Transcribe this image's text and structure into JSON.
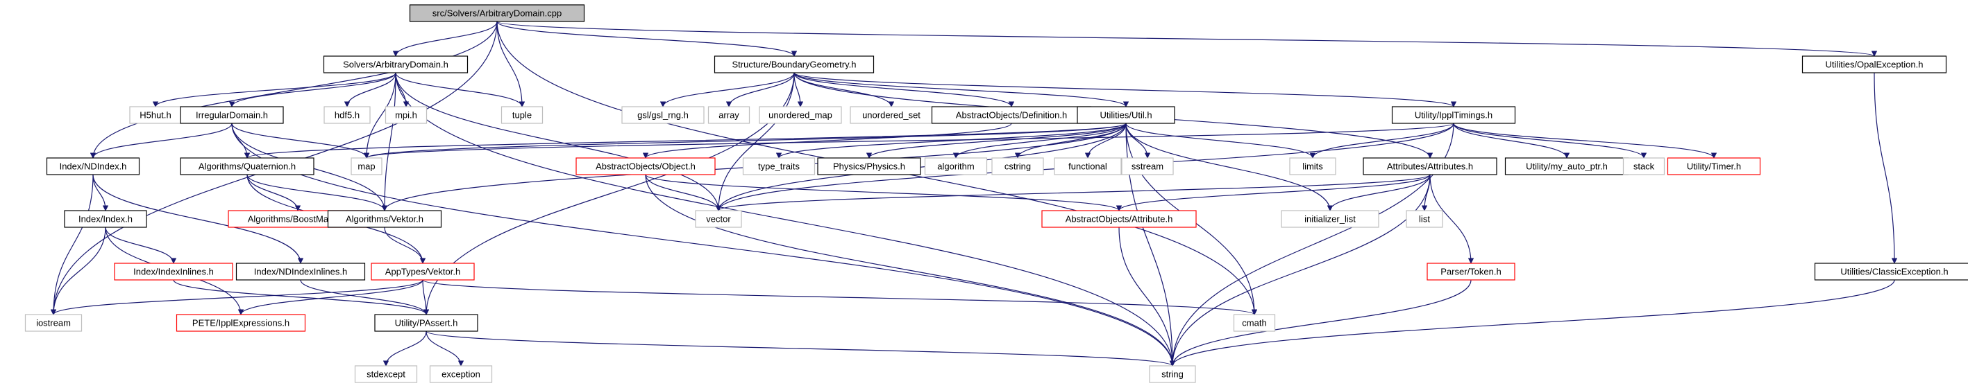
{
  "colors": {
    "edge": "#191970",
    "root_fill": "#bfbfbf",
    "normal_border": "#000000",
    "linked_border": "#ff0000",
    "external_border": "#bfbfbf",
    "background": "#ffffff"
  },
  "graph": {
    "nodes": [
      {
        "id": "root",
        "label": "src/Solvers/ArbitraryDomain.cpp",
        "kind": "root"
      },
      {
        "id": "solvers_ad",
        "label": "Solvers/ArbitraryDomain.h",
        "kind": "normal"
      },
      {
        "id": "struct_bg",
        "label": "Structure/BoundaryGeometry.h",
        "kind": "normal"
      },
      {
        "id": "opal_exc",
        "label": "Utilities/OpalException.h",
        "kind": "normal"
      },
      {
        "id": "classic_exc",
        "label": "Utilities/ClassicException.h",
        "kind": "normal"
      },
      {
        "id": "h5hut",
        "label": "H5hut.h",
        "kind": "external"
      },
      {
        "id": "irregular",
        "label": "IrregularDomain.h",
        "kind": "normal"
      },
      {
        "id": "hdf5",
        "label": "hdf5.h",
        "kind": "external"
      },
      {
        "id": "mpi",
        "label": "mpi.h",
        "kind": "external"
      },
      {
        "id": "tuple",
        "label": "tuple",
        "kind": "external"
      },
      {
        "id": "gsl_rng",
        "label": "gsl/gsl_rng.h",
        "kind": "external"
      },
      {
        "id": "array",
        "label": "array",
        "kind": "external"
      },
      {
        "id": "unordered_map",
        "label": "unordered_map",
        "kind": "external"
      },
      {
        "id": "unordered_set",
        "label": "unordered_set",
        "kind": "external"
      },
      {
        "id": "ao_def",
        "label": "AbstractObjects/Definition.h",
        "kind": "normal"
      },
      {
        "id": "util_util",
        "label": "Utilities/Util.h",
        "kind": "normal"
      },
      {
        "id": "ippl_timings",
        "label": "Utility/IpplTimings.h",
        "kind": "normal"
      },
      {
        "id": "nd_index",
        "label": "Index/NDIndex.h",
        "kind": "normal"
      },
      {
        "id": "quaternion",
        "label": "Algorithms/Quaternion.h",
        "kind": "normal"
      },
      {
        "id": "map",
        "label": "map",
        "kind": "external"
      },
      {
        "id": "ao_object",
        "label": "AbstractObjects/Object.h",
        "kind": "linked"
      },
      {
        "id": "type_traits",
        "label": "type_traits",
        "kind": "external"
      },
      {
        "id": "physics",
        "label": "Physics/Physics.h",
        "kind": "normal"
      },
      {
        "id": "algorithm",
        "label": "algorithm",
        "kind": "external"
      },
      {
        "id": "cstring",
        "label": "cstring",
        "kind": "external"
      },
      {
        "id": "functional",
        "label": "functional",
        "kind": "external"
      },
      {
        "id": "sstream",
        "label": "sstream",
        "kind": "external"
      },
      {
        "id": "limits",
        "label": "limits",
        "kind": "external"
      },
      {
        "id": "attributes",
        "label": "Attributes/Attributes.h",
        "kind": "normal"
      },
      {
        "id": "my_auto_ptr",
        "label": "Utility/my_auto_ptr.h",
        "kind": "normal"
      },
      {
        "id": "stack",
        "label": "stack",
        "kind": "external"
      },
      {
        "id": "timer",
        "label": "Utility/Timer.h",
        "kind": "linked"
      },
      {
        "id": "index",
        "label": "Index/Index.h",
        "kind": "normal"
      },
      {
        "id": "boost_matrix",
        "label": "Algorithms/BoostMatrix.h",
        "kind": "linked"
      },
      {
        "id": "alg_vektor",
        "label": "Algorithms/Vektor.h",
        "kind": "normal"
      },
      {
        "id": "vector",
        "label": "vector",
        "kind": "external"
      },
      {
        "id": "ao_attribute",
        "label": "AbstractObjects/Attribute.h",
        "kind": "linked"
      },
      {
        "id": "init_list",
        "label": "initializer_list",
        "kind": "external"
      },
      {
        "id": "list",
        "label": "list",
        "kind": "external"
      },
      {
        "id": "index_inlines",
        "label": "Index/IndexInlines.h",
        "kind": "linked"
      },
      {
        "id": "nd_index_inlines",
        "label": "Index/NDIndexInlines.h",
        "kind": "normal"
      },
      {
        "id": "app_vektor",
        "label": "AppTypes/Vektor.h",
        "kind": "linked"
      },
      {
        "id": "parser_token",
        "label": "Parser/Token.h",
        "kind": "linked"
      },
      {
        "id": "iostream",
        "label": "iostream",
        "kind": "external"
      },
      {
        "id": "pete",
        "label": "PETE/IpplExpressions.h",
        "kind": "linked"
      },
      {
        "id": "passert",
        "label": "Utility/PAssert.h",
        "kind": "normal"
      },
      {
        "id": "cmath",
        "label": "cmath",
        "kind": "external"
      },
      {
        "id": "stdexcept",
        "label": "stdexcept",
        "kind": "external"
      },
      {
        "id": "exception",
        "label": "exception",
        "kind": "external"
      },
      {
        "id": "string",
        "label": "string",
        "kind": "external"
      }
    ],
    "edges": [
      [
        "root",
        "solvers_ad"
      ],
      [
        "root",
        "struct_bg"
      ],
      [
        "root",
        "opal_exc"
      ],
      [
        "root",
        "tuple"
      ],
      [
        "root",
        "nd_index"
      ],
      [
        "root",
        "iostream"
      ],
      [
        "root",
        "cmath"
      ],
      [
        "solvers_ad",
        "h5hut"
      ],
      [
        "solvers_ad",
        "irregular"
      ],
      [
        "solvers_ad",
        "hdf5"
      ],
      [
        "solvers_ad",
        "mpi"
      ],
      [
        "solvers_ad",
        "tuple"
      ],
      [
        "solvers_ad",
        "map"
      ],
      [
        "solvers_ad",
        "vector"
      ],
      [
        "solvers_ad",
        "string"
      ],
      [
        "solvers_ad",
        "alg_vektor"
      ],
      [
        "struct_bg",
        "gsl_rng"
      ],
      [
        "struct_bg",
        "array"
      ],
      [
        "struct_bg",
        "unordered_map"
      ],
      [
        "struct_bg",
        "unordered_set"
      ],
      [
        "struct_bg",
        "ao_def"
      ],
      [
        "struct_bg",
        "util_util"
      ],
      [
        "struct_bg",
        "ippl_timings"
      ],
      [
        "struct_bg",
        "attributes"
      ],
      [
        "struct_bg",
        "vector"
      ],
      [
        "struct_bg",
        "passert"
      ],
      [
        "irregular",
        "nd_index"
      ],
      [
        "irregular",
        "quaternion"
      ],
      [
        "irregular",
        "map"
      ],
      [
        "irregular",
        "alg_vektor"
      ],
      [
        "irregular",
        "string"
      ],
      [
        "ao_def",
        "ao_object"
      ],
      [
        "util_util",
        "quaternion"
      ],
      [
        "util_util",
        "alg_vektor"
      ],
      [
        "util_util",
        "map"
      ],
      [
        "util_util",
        "type_traits"
      ],
      [
        "util_util",
        "physics"
      ],
      [
        "util_util",
        "algorithm"
      ],
      [
        "util_util",
        "cstring"
      ],
      [
        "util_util",
        "functional"
      ],
      [
        "util_util",
        "sstream"
      ],
      [
        "util_util",
        "limits"
      ],
      [
        "util_util",
        "init_list"
      ],
      [
        "util_util",
        "cmath"
      ],
      [
        "util_util",
        "string"
      ],
      [
        "util_util",
        "vector"
      ],
      [
        "ippl_timings",
        "map"
      ],
      [
        "ippl_timings",
        "vector"
      ],
      [
        "ippl_timings",
        "my_auto_ptr"
      ],
      [
        "ippl_timings",
        "stack"
      ],
      [
        "ippl_timings",
        "timer"
      ],
      [
        "ippl_timings",
        "limits"
      ],
      [
        "ippl_timings",
        "string"
      ],
      [
        "opal_exc",
        "classic_exc"
      ],
      [
        "classic_exc",
        "string"
      ],
      [
        "nd_index",
        "index"
      ],
      [
        "nd_index",
        "nd_index_inlines"
      ],
      [
        "nd_index",
        "iostream"
      ],
      [
        "quaternion",
        "boost_matrix"
      ],
      [
        "quaternion",
        "alg_vektor"
      ],
      [
        "quaternion",
        "app_vektor"
      ],
      [
        "ao_object",
        "vector"
      ],
      [
        "ao_object",
        "ao_attribute"
      ],
      [
        "ao_object",
        "string"
      ],
      [
        "attributes",
        "vector"
      ],
      [
        "attributes",
        "ao_attribute"
      ],
      [
        "attributes",
        "init_list"
      ],
      [
        "attributes",
        "list"
      ],
      [
        "attributes",
        "parser_token"
      ],
      [
        "attributes",
        "string"
      ],
      [
        "index",
        "index_inlines"
      ],
      [
        "index",
        "pete"
      ],
      [
        "index",
        "iostream"
      ],
      [
        "alg_vektor",
        "app_vektor"
      ],
      [
        "ao_attribute",
        "string"
      ],
      [
        "index_inlines",
        "passert"
      ],
      [
        "nd_index_inlines",
        "passert"
      ],
      [
        "app_vektor",
        "pete"
      ],
      [
        "app_vektor",
        "passert"
      ],
      [
        "app_vektor",
        "iostream"
      ],
      [
        "app_vektor",
        "cmath"
      ],
      [
        "parser_token",
        "string"
      ],
      [
        "passert",
        "stdexcept"
      ],
      [
        "passert",
        "exception"
      ],
      [
        "passert",
        "string"
      ]
    ]
  }
}
